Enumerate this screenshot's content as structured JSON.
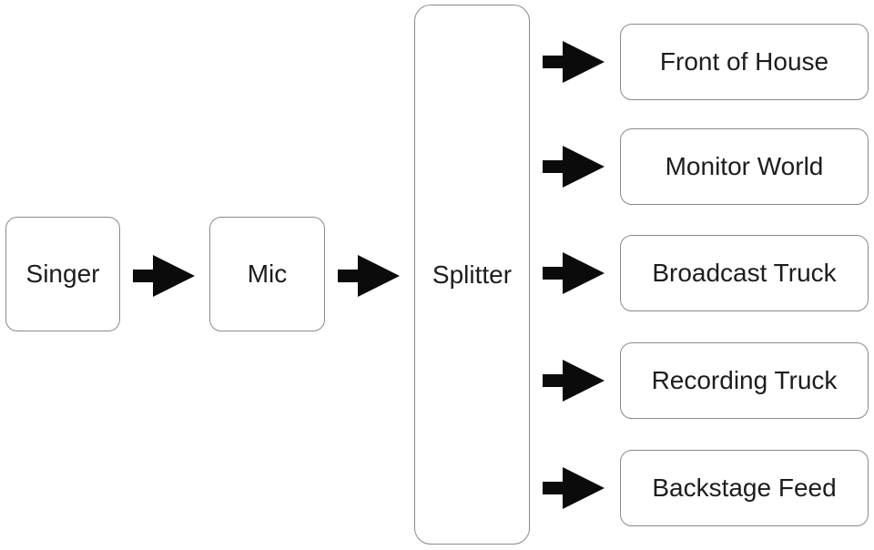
{
  "colors": {
    "background": "#ffffff",
    "box_border": "#8a8a8a",
    "box_text": "#1d1d1d",
    "arrow": "#0b0b0b"
  },
  "nodes": {
    "singer": {
      "label": "Singer"
    },
    "mic": {
      "label": "Mic"
    },
    "splitter": {
      "label": "Splitter"
    },
    "outputs": [
      {
        "label": "Front of House"
      },
      {
        "label": "Monitor World"
      },
      {
        "label": "Broadcast Truck"
      },
      {
        "label": "Recording Truck"
      },
      {
        "label": "Backstage Feed"
      }
    ]
  },
  "edges": [
    {
      "from": "Singer",
      "to": "Mic"
    },
    {
      "from": "Mic",
      "to": "Splitter"
    },
    {
      "from": "Splitter",
      "to": "Front of House"
    },
    {
      "from": "Splitter",
      "to": "Monitor World"
    },
    {
      "from": "Splitter",
      "to": "Broadcast Truck"
    },
    {
      "from": "Splitter",
      "to": "Recording Truck"
    },
    {
      "from": "Splitter",
      "to": "Backstage Feed"
    }
  ],
  "icons": {
    "arrow": "right-arrow-icon"
  }
}
